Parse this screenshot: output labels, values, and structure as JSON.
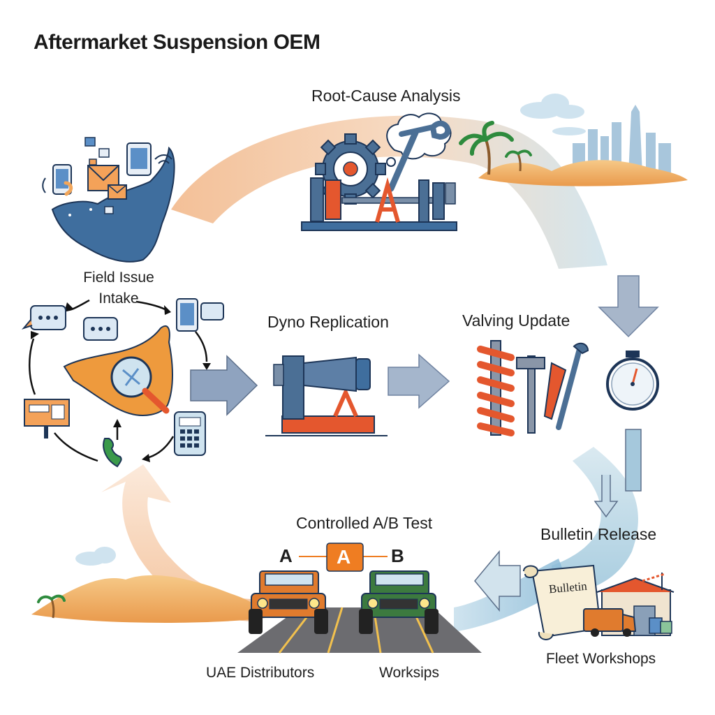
{
  "title": "Aftermarket Suspension OEM",
  "stages": {
    "root_cause": "Root-Cause Analysis",
    "field_issue_line1": "Field Issue",
    "field_issue_line2": "Intake",
    "dyno": "Dyno Replication",
    "valving": "Valving Update",
    "bulletin_release": "Bulletin Release",
    "ab_test": "Controlled A/B Test",
    "fleet": "Fleet Workshops"
  },
  "ab": {
    "left": "A",
    "middle": "A",
    "right": "B"
  },
  "bulletin_scroll": "Bulletin",
  "bottom_labels": {
    "distributors": "UAE Distributors",
    "workshops": "Worksips"
  },
  "colors": {
    "flow_peach": "#f2b98c",
    "flow_blue": "#9ec7dc",
    "arrow_slate": "#8fa3bf",
    "map_blue": "#3f6e9e",
    "map_orange": "#ee9a3d",
    "gear": "#4b6f95",
    "spring": "#e4572e",
    "truck_orange": "#e07b2e",
    "truck_green": "#3c7a3f",
    "ab_badge": "#ef7d22",
    "sand": "#f0b36a",
    "city": "#a8c6dc"
  }
}
